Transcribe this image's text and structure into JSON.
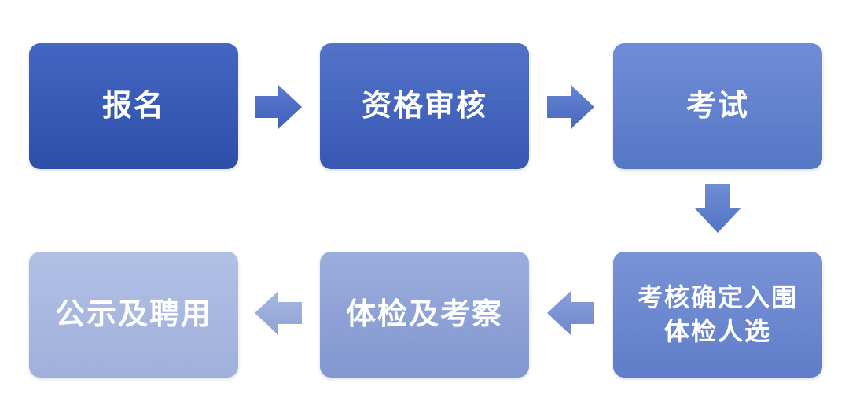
{
  "steps": [
    {
      "label": "报名"
    },
    {
      "label": "资格审核"
    },
    {
      "label": "考试"
    },
    {
      "label_line1": "考核确定入围",
      "label_line2": "体检人选"
    },
    {
      "label": "体检及考察"
    },
    {
      "label": "公示及聘用"
    }
  ],
  "colors": {
    "step1": "#2d4fa8",
    "step2": "#3858b3",
    "step3": "#5677c6",
    "step4": "#5f7dc8",
    "step5": "#8296d0",
    "step6": "#9fb0db"
  },
  "connectors": [
    {
      "from": "报名",
      "to": "资格审核",
      "direction": "right"
    },
    {
      "from": "资格审核",
      "to": "考试",
      "direction": "right"
    },
    {
      "from": "考试",
      "to": "考核确定入围体检人选",
      "direction": "down"
    },
    {
      "from": "考核确定入围体检人选",
      "to": "体检及考察",
      "direction": "left"
    },
    {
      "from": "体检及考察",
      "to": "公示及聘用",
      "direction": "left"
    }
  ]
}
